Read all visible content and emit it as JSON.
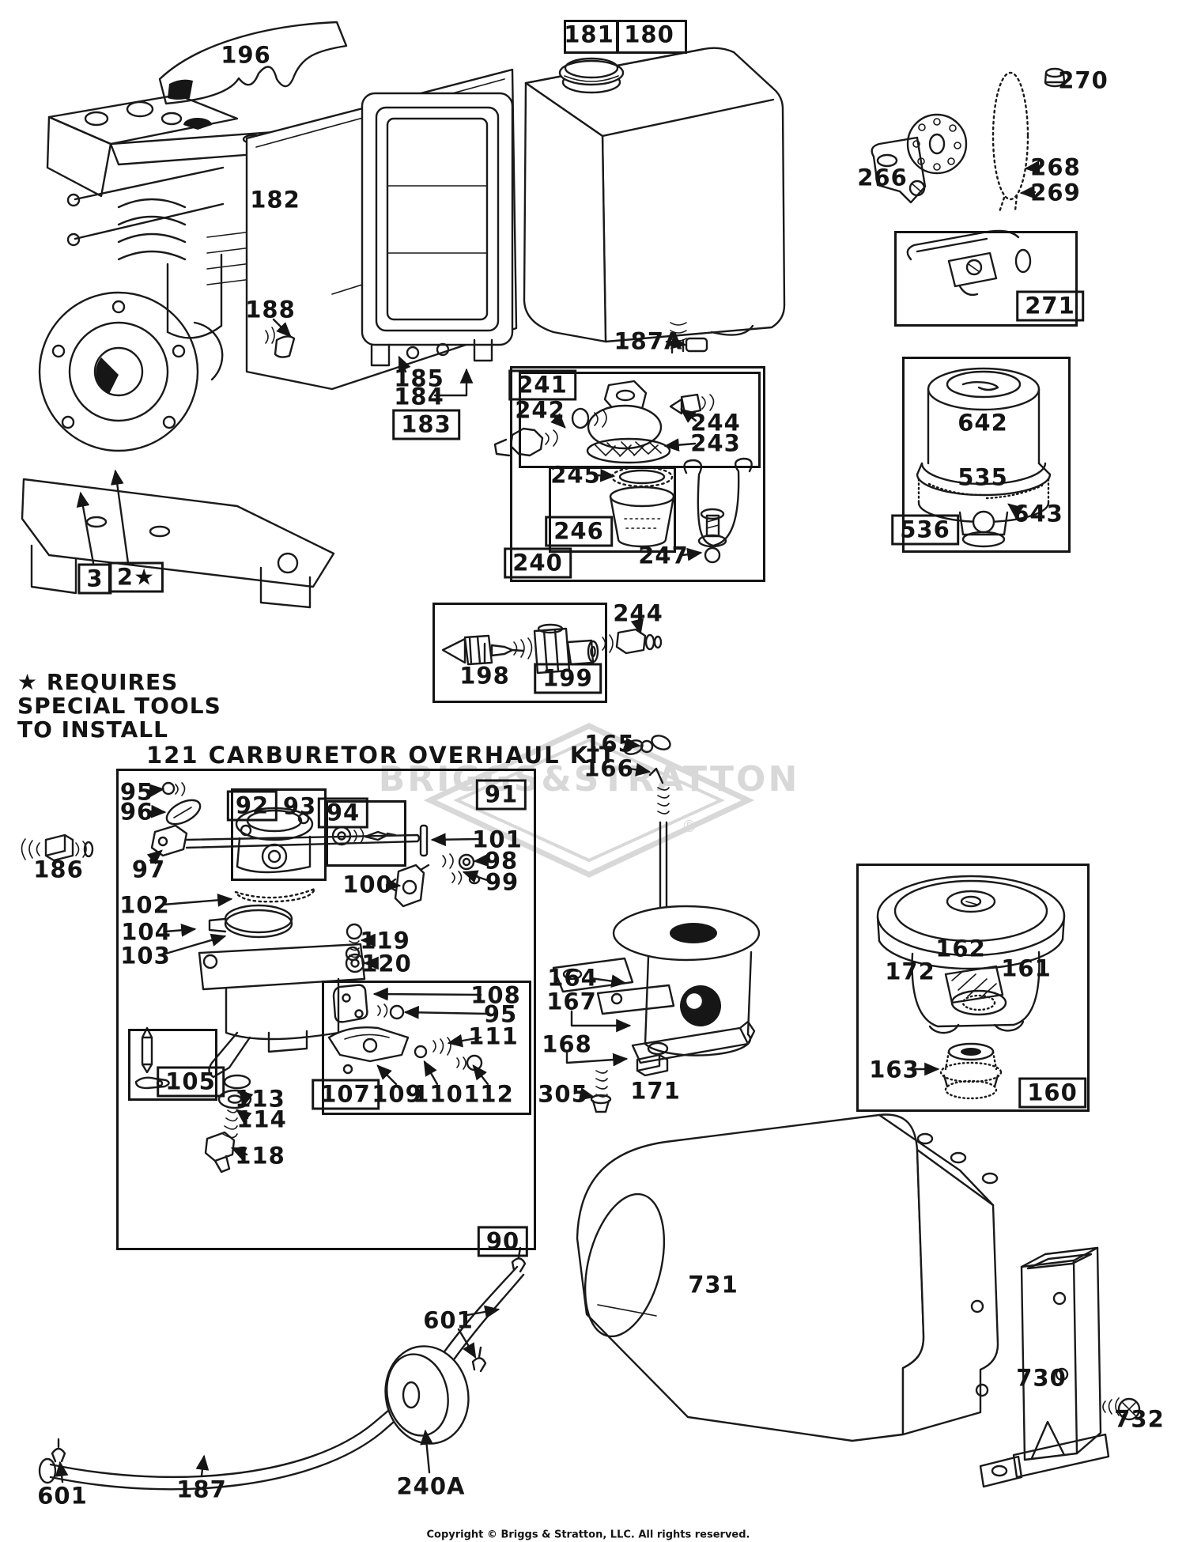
{
  "title": {
    "kit": "121 CARBURETOR OVERHAUL KIT"
  },
  "notes": {
    "line1": "★ REQUIRES",
    "line2": "SPECIAL TOOLS",
    "line3": "TO INSTALL"
  },
  "watermark": {
    "text": "BRIGGS&STRATTON",
    "reg": "®",
    "color": "#d2d2d2"
  },
  "footer": {
    "copyright": "Copyright © Briggs & Stratton, LLC. All rights reserved."
  },
  "labels": {
    "n196": "196",
    "n182": "182",
    "n188": "188",
    "n185": "185",
    "n184": "184",
    "n183": "183",
    "n181": "181",
    "n180": "180",
    "n187A": "187A",
    "n270": "270",
    "n266": "266",
    "n268": "268",
    "n269": "269",
    "n271": "271",
    "n642": "642",
    "n535": "535",
    "n643": "643",
    "n536": "536",
    "n241": "241",
    "n242": "242",
    "n243": "243",
    "n244": "244",
    "n245": "245",
    "n246": "246",
    "n247": "247",
    "n240": "240",
    "n198": "198",
    "n199": "199",
    "n3": "3",
    "n2star": "2★",
    "n186": "186",
    "n90": "90",
    "n91": "91",
    "n92": "92",
    "n93": "93",
    "n94": "94",
    "n95": "95",
    "n96": "96",
    "n97": "97",
    "n98": "98",
    "n99": "99",
    "n100": "100",
    "n101": "101",
    "n102": "102",
    "n103": "103",
    "n104": "104",
    "n105": "105",
    "n107": "107",
    "n108": "108",
    "n109": "109",
    "n110": "110",
    "n111": "111",
    "n112": "112",
    "n113": "113",
    "n114": "114",
    "n118": "118",
    "n119": "119",
    "n120": "120",
    "n165": "165",
    "n166": "166",
    "n164": "164",
    "n167": "167",
    "n168": "168",
    "n305": "305",
    "n171": "171",
    "n160": "160",
    "n161": "161",
    "n162": "162",
    "n163": "163",
    "n172": "172",
    "n731": "731",
    "n730": "730",
    "n732": "732",
    "n601": "601",
    "n187": "187",
    "n240A": "240A"
  }
}
